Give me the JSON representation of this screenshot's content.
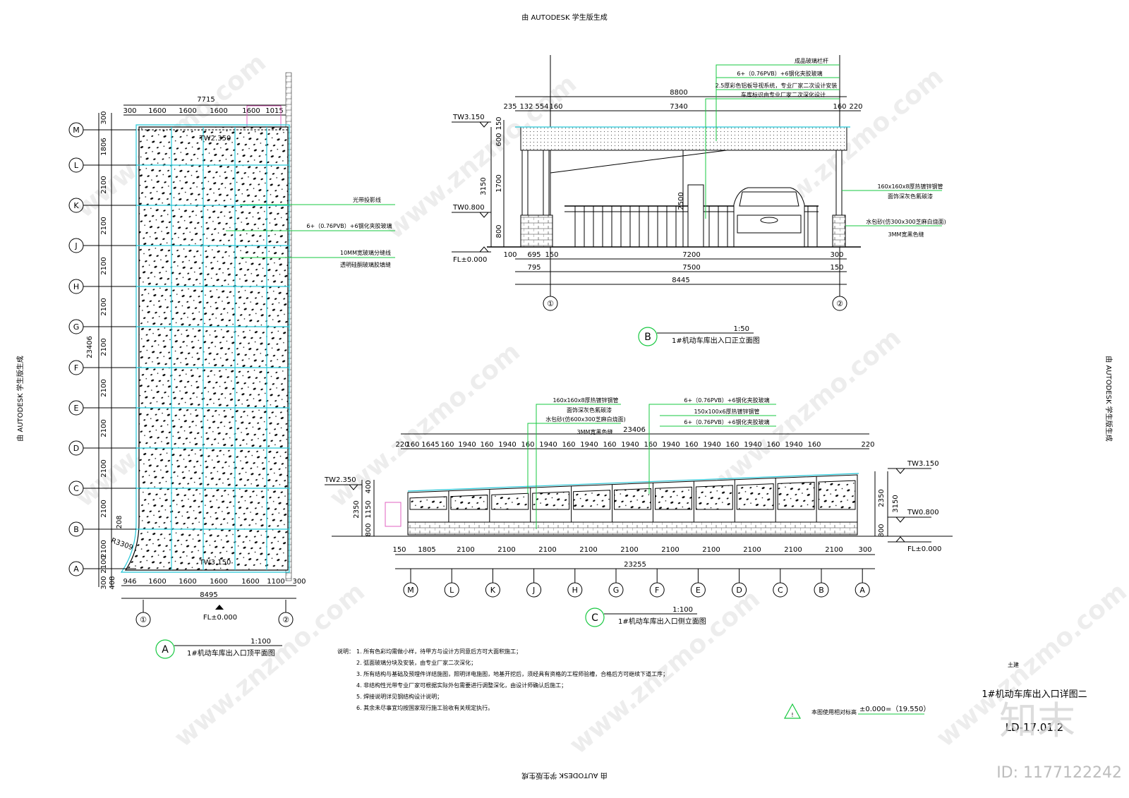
{
  "watermarks": {
    "top": "由 AUTODESK 学生版生成",
    "bottom": "由 AUTODESK 学生版生成",
    "left": "由 AUTODESK 学生版生成",
    "right": "由 AUTODESK 学生版生成",
    "site": "www.znzmo.com",
    "brand": "知末",
    "id": "ID: 1177122242"
  },
  "plan_a": {
    "total_width": "7715",
    "top_dims": [
      "300",
      "1600",
      "1600",
      "1600",
      "1600",
      "1015"
    ],
    "bottom_dims": [
      "946",
      "1600",
      "1600",
      "1600",
      "1600",
      "1100",
      "300"
    ],
    "bottom_total": "8495",
    "left_dims": [
      "300",
      "1806",
      "2100",
      "2100",
      "2100",
      "2100",
      "2100",
      "2100",
      "2100",
      "2100",
      "2100",
      "2100",
      "208",
      "2100",
      "408",
      "300"
    ],
    "left_total": "23406",
    "grid_rows": [
      "M",
      "L",
      "K",
      "J",
      "H",
      "G",
      "F",
      "E",
      "D",
      "C",
      "B",
      "A"
    ],
    "grid_cols": [
      "①",
      "②"
    ],
    "level_top": "TW2.350",
    "level_bottom": "TW3.150",
    "radius": "R3309",
    "fl": "FL±0.000",
    "notes": [
      "光带投影线",
      "6+（0.76PVB）+6钢化夹胶玻璃",
      "10MM宽玻璃分缝线",
      "透明硅酮玻璃胶填缝"
    ],
    "label_letter": "A",
    "scale": "1:100",
    "title": "1#机动车库出入口顶平面图"
  },
  "elev_b": {
    "total_width": "8800",
    "top_dims": [
      "235",
      "132",
      "554",
      "160",
      "7340",
      "160",
      "220"
    ],
    "left_dims": [
      "150",
      "600",
      "1700",
      "800"
    ],
    "left_total": "3150",
    "levels": [
      "TW3.150",
      "TW0.800",
      "FL±0.000"
    ],
    "height_2500": "2500",
    "bottom_dims_1": [
      "100",
      "695",
      "150",
      "7200",
      "300"
    ],
    "bottom_dims_2": [
      "795",
      "7500",
      "150"
    ],
    "bottom_total": "8445",
    "axes": [
      "①",
      "②"
    ],
    "notes_top": [
      "成品玻璃栏杆",
      "6+（0.76PVB）+6钢化夹胶玻璃",
      "2.5厚彩色铝板导视系统，专业厂家二次设计安装",
      "车库标识由专业厂家二次深化设计"
    ],
    "notes_right": [
      "160x160x8厚热镀锌钢管",
      "面饰深灰色氟碳漆",
      "水包砂(仿300x300芝麻白烧面)",
      "3MM宽黑色缝"
    ],
    "label_letter": "B",
    "scale": "1:50",
    "title": "1#机动车库出入口正立面图"
  },
  "elev_c": {
    "total_width": "23406",
    "top_dims": [
      "220",
      "160",
      "1645",
      "160",
      "1940",
      "160",
      "1940",
      "160",
      "1940",
      "160",
      "1940",
      "160",
      "1940",
      "160",
      "1940",
      "160",
      "1940",
      "160",
      "1940",
      "160",
      "1940",
      "160",
      "220"
    ],
    "bottom_dims": [
      "150",
      "1805",
      "2100",
      "2100",
      "2100",
      "2100",
      "2100",
      "2100",
      "2100",
      "2100",
      "2100",
      "2100",
      "300"
    ],
    "bottom_total": "23255",
    "left_dims": [
      "400",
      "1150",
      "800"
    ],
    "left_total": "2350",
    "right_dims": [
      "2350",
      "800"
    ],
    "right_total": "3150",
    "levels_left": [
      "TW2.350"
    ],
    "levels_right": [
      "TW3.150",
      "TW0.800",
      "FL±0.000"
    ],
    "axes": [
      "M",
      "L",
      "K",
      "J",
      "H",
      "G",
      "F",
      "E",
      "D",
      "C",
      "B",
      "A"
    ],
    "notes_left": [
      "160x160x8厚热镀锌钢管",
      "面饰深灰色氟碳漆",
      "水包砂(仿600x300芝麻白烧面)",
      "3MM宽黑色缝"
    ],
    "notes_right": [
      "6+（0.76PVB）+6钢化夹胶玻璃",
      "150x100x6厚热镀锌钢管",
      "6+（0.76PVB）+6钢化夹胶玻璃"
    ],
    "label_letter": "C",
    "scale": "1:100",
    "title": "1#机动车库出入口侧立面图"
  },
  "general_notes": {
    "heading": "说明：",
    "items": [
      "1. 所有色彩均需做小样，待甲方与设计方同意后方可大面积施工；",
      "2. 弧面玻璃分块及安装，由专业厂家二次深化；",
      "3. 所有结构与基础及预埋件详结施图，照明详电施图，地基开挖后，须经具有资格的工程师验槽，合格后方可继续下道工序；",
      "4. 非结构性光带专业厂家可根据实际外包需要进行调整深化，由设计师确认后施工；",
      "5. 焊接说明详见钢结构设计说明；",
      "6. 其余未尽事宜均按国家现行施工验收有关规定执行。"
    ]
  },
  "elevation_note": {
    "label": "本图使用相对标高",
    "value": "±0.000=（19.550）"
  },
  "title_block": {
    "discipline": "土建",
    "drawing_title": "1#机动车库出入口详图二",
    "drawing_no": "LD-17.01.2"
  }
}
